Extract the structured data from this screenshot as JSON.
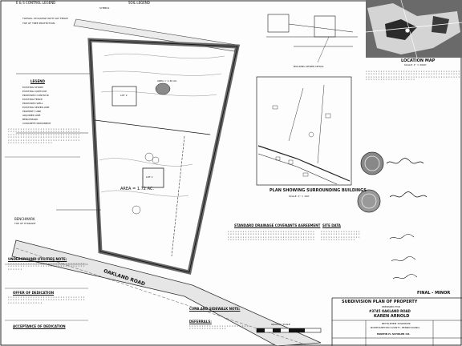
{
  "controls": {
    "control_legend": "E & S CONTROL LEGEND",
    "soil_legend": "SOIL LEGEND",
    "symbol_head": "SYMBOL",
    "topsoil": "TOPSOIL STOCKPILE WITH SILT FENCE",
    "tree_note": "TOP OF TREE PROTECTION"
  },
  "legend": {
    "title": "LEGEND",
    "items": [
      "EXISTING STORM",
      "EXISTING CONTOUR",
      "PROPOSED CONTOUR",
      "EXISTING FENCE",
      "PROPOSED WELL",
      "EXISTING SEWER LINE",
      "PROPERTY LINE",
      "ADJOINER LINE",
      "BENCHMARK",
      "CONCRETE MONUMENT"
    ]
  },
  "plan": {
    "lot_area": "AREA = 1.72 AC.",
    "lot2_area": "AREA = 1.30 AC.",
    "road_name": "OAKLAND ROAD",
    "benchmark": "BENCHMARK",
    "benchmark_note": "TOP OF HYDRANT",
    "lot_labels": [
      "LOT 1",
      "LOT 2"
    ]
  },
  "sewer": {
    "title": "BUILDING SEWER DETAIL"
  },
  "surrounding": {
    "title": "PLAN SHOWING SURROUNDING BUILDINGS",
    "scale": "SCALE: 1\" = 100'"
  },
  "map": {
    "title": "LOCATION MAP",
    "scale": "SCALE: 1\" = 2000'"
  },
  "notes": {
    "utilities": "UNDERGROUND UTILITIES NOTE:",
    "dedication": "OFFER OF DEDICATION",
    "acceptance": "ACCEPTANCE OF DEDICATION",
    "drainage": "STANDARD DRAINAGE COVENANTS AGREEMENT",
    "site_data": "SITE DATA",
    "curb": "CURB AND SIDEWALK NOTE:",
    "deferrals": "DEFERRALS:",
    "graphic_scale": "GRAPHIC SCALE"
  },
  "title_block": {
    "status": "FINAL - MINOR",
    "plan_title": "SUBDIVISION PLAN OF PROPERTY",
    "prepared_for": "PREPARED FOR",
    "address": "#3745 OAKLAND ROAD",
    "owner": "KAREN ARNOLD",
    "township": "BETHLEHEM TOWNSHIP",
    "county": "NORTHAMPTON COUNTY, PENNSYLVANIA",
    "engineer": "MARTIN H. SCHULER CO."
  }
}
